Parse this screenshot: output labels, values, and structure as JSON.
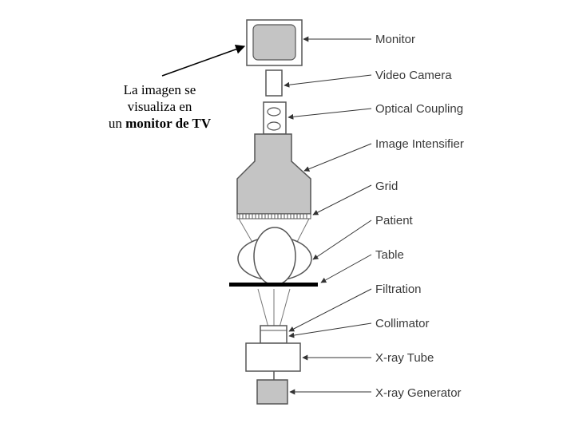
{
  "caption": {
    "line1": "La imagen se",
    "line2": "visualiza en",
    "line3_prefix": "un ",
    "line3_bold": "monitor de TV"
  },
  "labels": {
    "monitor": "Monitor",
    "video_camera": "Video Camera",
    "optical_coupling": "Optical Coupling",
    "image_intensifier": "Image Intensifier",
    "grid": "Grid",
    "patient": "Patient",
    "table": "Table",
    "filtration": "Filtration",
    "collimator": "Collimator",
    "xray_tube": "X-ray Tube",
    "xray_generator": "X-ray Generator"
  },
  "colors": {
    "component_fill": "#c4c4c4",
    "stroke": "#555555",
    "label_text": "#3a3a3a"
  }
}
